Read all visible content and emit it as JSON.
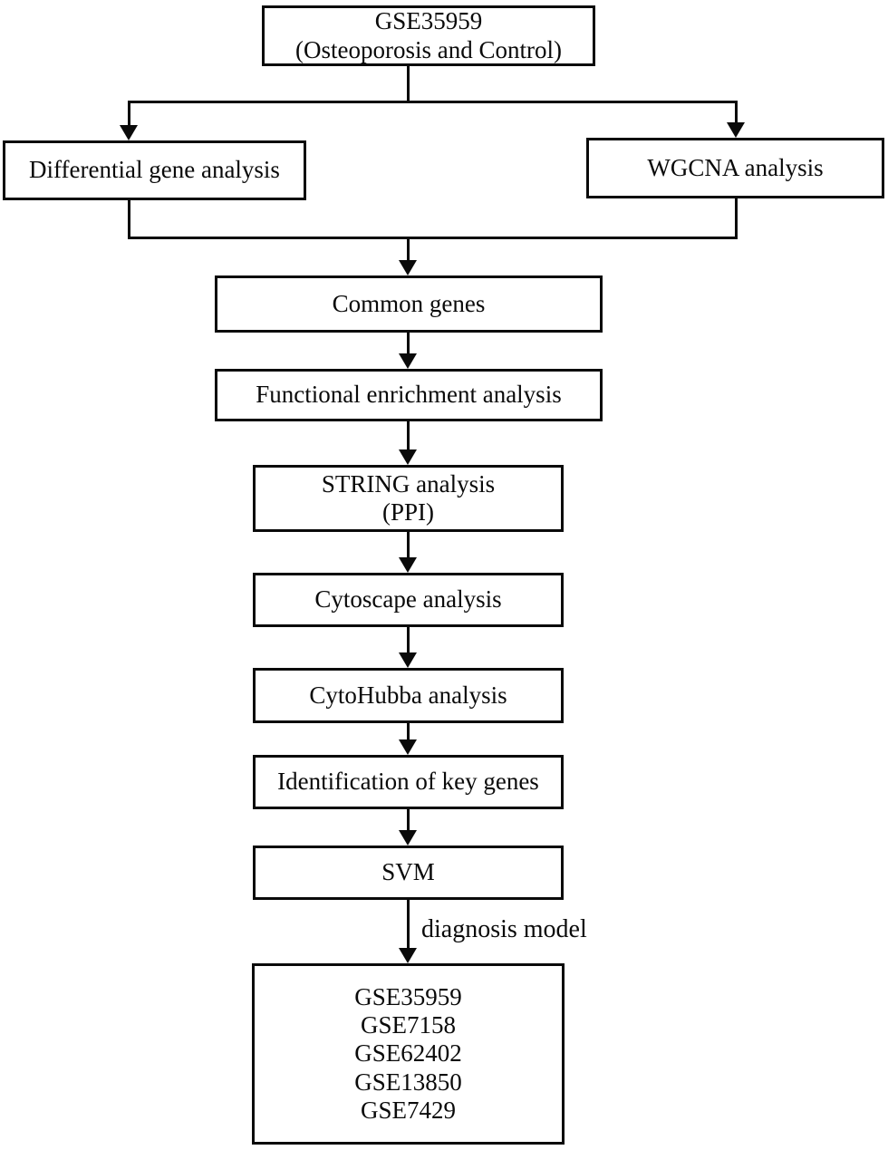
{
  "diagram": {
    "nodes": {
      "source": {
        "line1": "GSE35959",
        "line2": "(Osteoporosis and Control)"
      },
      "differential": {
        "label": "Differential gene analysis"
      },
      "wgcna": {
        "label": "WGCNA analysis"
      },
      "common_genes": {
        "label": "Common genes"
      },
      "enrichment": {
        "label": "Functional enrichment analysis"
      },
      "string": {
        "line1": "STRING analysis",
        "line2": "(PPI)"
      },
      "cytoscape": {
        "label": "Cytoscape analysis"
      },
      "cytohubba": {
        "label": "CytoHubba analysis"
      },
      "key_genes": {
        "label": "Identification of key genes"
      },
      "svm": {
        "label": "SVM"
      },
      "validation": {
        "lines": [
          "GSE35959",
          "GSE7158",
          "GSE62402",
          "GSE13850",
          "GSE7429"
        ]
      }
    },
    "edge_labels": {
      "svm_to_validation": "diagnosis model"
    },
    "colors": {
      "line": "#0a0a0a",
      "box_background": "#ffffff",
      "text": "#0a0a0a",
      "canvas_background": "#ffffff"
    }
  }
}
